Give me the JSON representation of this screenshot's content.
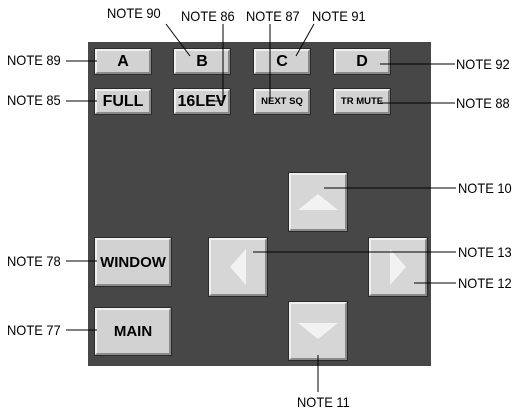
{
  "buttons": {
    "a": "A",
    "b": "B",
    "c": "C",
    "d": "D",
    "full": "FULL",
    "lev16": "16LEV",
    "next_sq": "NEXT SQ",
    "tr_mute": "TR MUTE",
    "window": "WINDOW",
    "main": "MAIN"
  },
  "arrows": {
    "up": "arrow-up-icon",
    "down": "arrow-down-icon",
    "left": "arrow-left-icon",
    "right": "arrow-right-icon"
  },
  "notes": {
    "n90": "NOTE 90",
    "n86": "NOTE 86",
    "n87": "NOTE 87",
    "n91": "NOTE 91",
    "n89": "NOTE 89",
    "n92": "NOTE 92",
    "n85": "NOTE 85",
    "n88": "NOTE 88",
    "n10": "NOTE 10",
    "n78": "NOTE 78",
    "n13": "NOTE 13",
    "n12": "NOTE 12",
    "n77": "NOTE 77",
    "n11": "NOTE 11"
  },
  "colors": {
    "panel": "#474747",
    "button_face": "#d2d2d2",
    "arrow_glyph": "#f2f2f2"
  }
}
